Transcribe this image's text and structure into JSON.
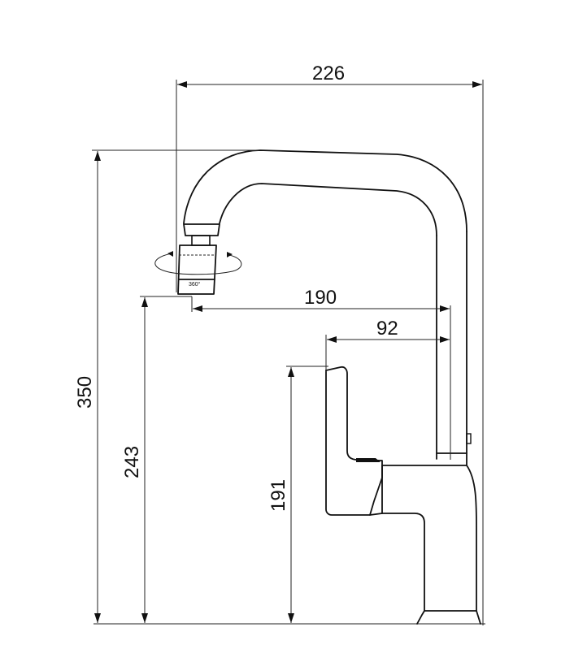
{
  "drawing": {
    "subject": "",
    "dimensions": {
      "total_width": "226",
      "total_height": "350",
      "spout_reach": "190",
      "handle_reach": "92",
      "spout_outlet_height": "243",
      "handle_height": "191"
    },
    "aerator_rotation_label": "360°"
  }
}
